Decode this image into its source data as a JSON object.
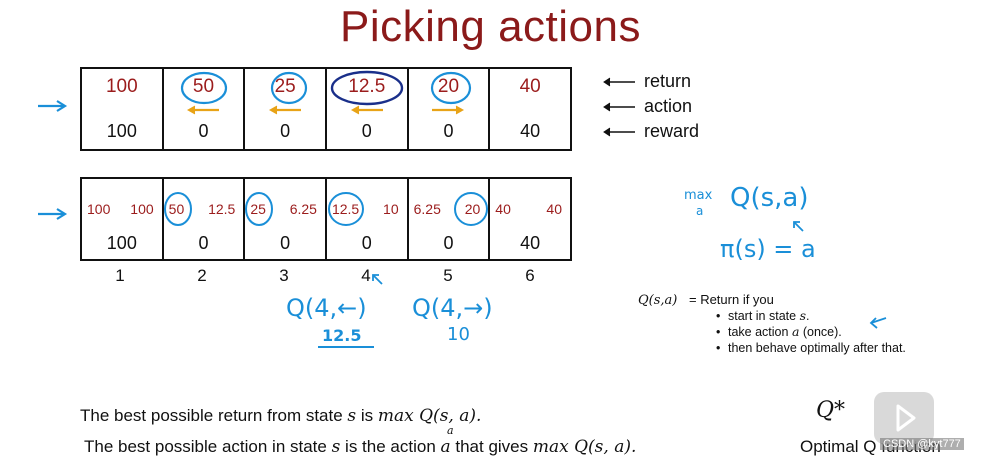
{
  "title": "Picking actions",
  "table1": {
    "returns": [
      "100",
      "50",
      "25",
      "12.5",
      "20",
      "40"
    ],
    "actions": [
      "",
      "left",
      "left",
      "left",
      "right",
      ""
    ],
    "rewards": [
      "100",
      "0",
      "0",
      "0",
      "0",
      "40"
    ],
    "circled": [
      false,
      true,
      true,
      true,
      true,
      false
    ]
  },
  "table2": {
    "cells": [
      {
        "left": "100",
        "right": "100",
        "reward": "100",
        "circle_left": false,
        "circle_right": false
      },
      {
        "left": "50",
        "right": "12.5",
        "reward": "0",
        "circle_left": true,
        "circle_right": false
      },
      {
        "left": "25",
        "right": "6.25",
        "reward": "0",
        "circle_left": true,
        "circle_right": false
      },
      {
        "left": "12.5",
        "right": "10",
        "reward": "0",
        "circle_left": true,
        "circle_right": false
      },
      {
        "left": "6.25",
        "right": "20",
        "reward": "0",
        "circle_left": false,
        "circle_right": true
      },
      {
        "left": "40",
        "right": "40",
        "reward": "40",
        "circle_left": false,
        "circle_right": false
      }
    ]
  },
  "state_numbers": [
    "1",
    "2",
    "3",
    "4",
    "5",
    "6"
  ],
  "legend": {
    "return": "return",
    "action": "action",
    "reward": "reward"
  },
  "handwriting": {
    "max_q": "max Q(s,a)",
    "max_sub": "a",
    "pi": "π(s) = a",
    "q4_left": "Q(4,←)",
    "q4_left_val": "12.5",
    "q4_right": "Q(4,→)",
    "q4_right_val": "10"
  },
  "definition": {
    "lhs": "Q(s,a)",
    "rhs": "= Return if you",
    "bullets": [
      "start in state s.",
      "take action a (once).",
      "then behave optimally after that."
    ]
  },
  "bottom": {
    "line1_pre": "The best possible return from state ",
    "line1_s": "s",
    "line1_mid": " is ",
    "line1_math": "max Q(s, a).",
    "line2_pre": "The best possible action in state ",
    "line2_s": "s",
    "line2_mid": " is the action ",
    "line2_a": "a",
    "line2_post": " that gives ",
    "line2_math": "max Q(s, a).",
    "sub": "a"
  },
  "q_star": {
    "symbol": "Q*",
    "label": "Optimal Q function"
  },
  "watermark": "CSDN @kyt777",
  "colors": {
    "title": "#8b1a1a",
    "return": "#9b1c1c",
    "hand": "#1a8fd8",
    "arrow": "#e8a317"
  }
}
